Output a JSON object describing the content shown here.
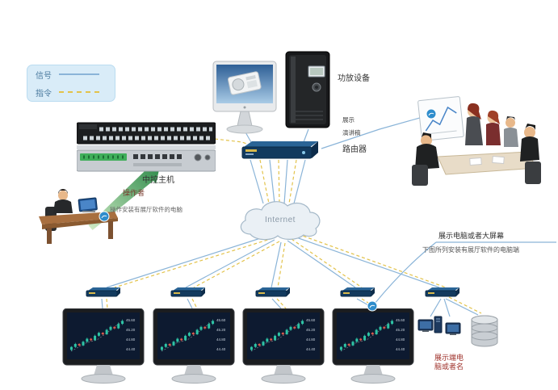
{
  "diagram": {
    "legend": {
      "signal": "信号",
      "command": "指令"
    },
    "labels": {
      "amplifier": "功放设备",
      "display": "展示",
      "speech": "演讲稿",
      "router": "路由器",
      "central_host": "中控主机",
      "operator": "操作者",
      "operator_note": "操作安装有展厅软件的电脑",
      "internet": "Internet",
      "display_note_title": "展示电脑或者大屏幕",
      "display_note_sub": "下图所列安装有展厅软件的电脑端",
      "terminal_line1": "展示端电",
      "terminal_line2": "脑或者名"
    },
    "colors": {
      "signal_line": "#8ab4d8",
      "command_line": "#e3c34b",
      "legend_bg": "#d9ecf8",
      "arrow_green_light": "#cde9c3",
      "arrow_green_dark": "#2e8b4a",
      "router_navy": "#123a5e",
      "badge_blue": "#2f8dcc",
      "candle_up": "#2ec4a6",
      "candle_down": "#e05a4e",
      "screen_bg": "#0d1a30"
    }
  },
  "chart_data": {
    "type": "candlestick",
    "title": "",
    "context": "uptrending candlestick pattern repeated on each of the 4 display monitors",
    "y_ticks": [
      "45.60",
      "45.20",
      "44.80",
      "44.40"
    ],
    "candles": [
      {
        "o": 8,
        "h": 18,
        "l": 5,
        "c": 16
      },
      {
        "o": 16,
        "h": 27,
        "l": 13,
        "c": 24
      },
      {
        "o": 24,
        "h": 26,
        "l": 17,
        "c": 20
      },
      {
        "o": 20,
        "h": 33,
        "l": 18,
        "c": 30
      },
      {
        "o": 30,
        "h": 41,
        "l": 27,
        "c": 38
      },
      {
        "o": 38,
        "h": 40,
        "l": 31,
        "c": 34
      },
      {
        "o": 34,
        "h": 49,
        "l": 32,
        "c": 46
      },
      {
        "o": 46,
        "h": 57,
        "l": 43,
        "c": 54
      },
      {
        "o": 54,
        "h": 56,
        "l": 47,
        "c": 50
      },
      {
        "o": 50,
        "h": 65,
        "l": 48,
        "c": 62
      },
      {
        "o": 62,
        "h": 73,
        "l": 59,
        "c": 70
      },
      {
        "o": 70,
        "h": 72,
        "l": 63,
        "c": 66
      },
      {
        "o": 66,
        "h": 82,
        "l": 64,
        "c": 78
      },
      {
        "o": 78,
        "h": 90,
        "l": 75,
        "c": 86
      }
    ]
  }
}
